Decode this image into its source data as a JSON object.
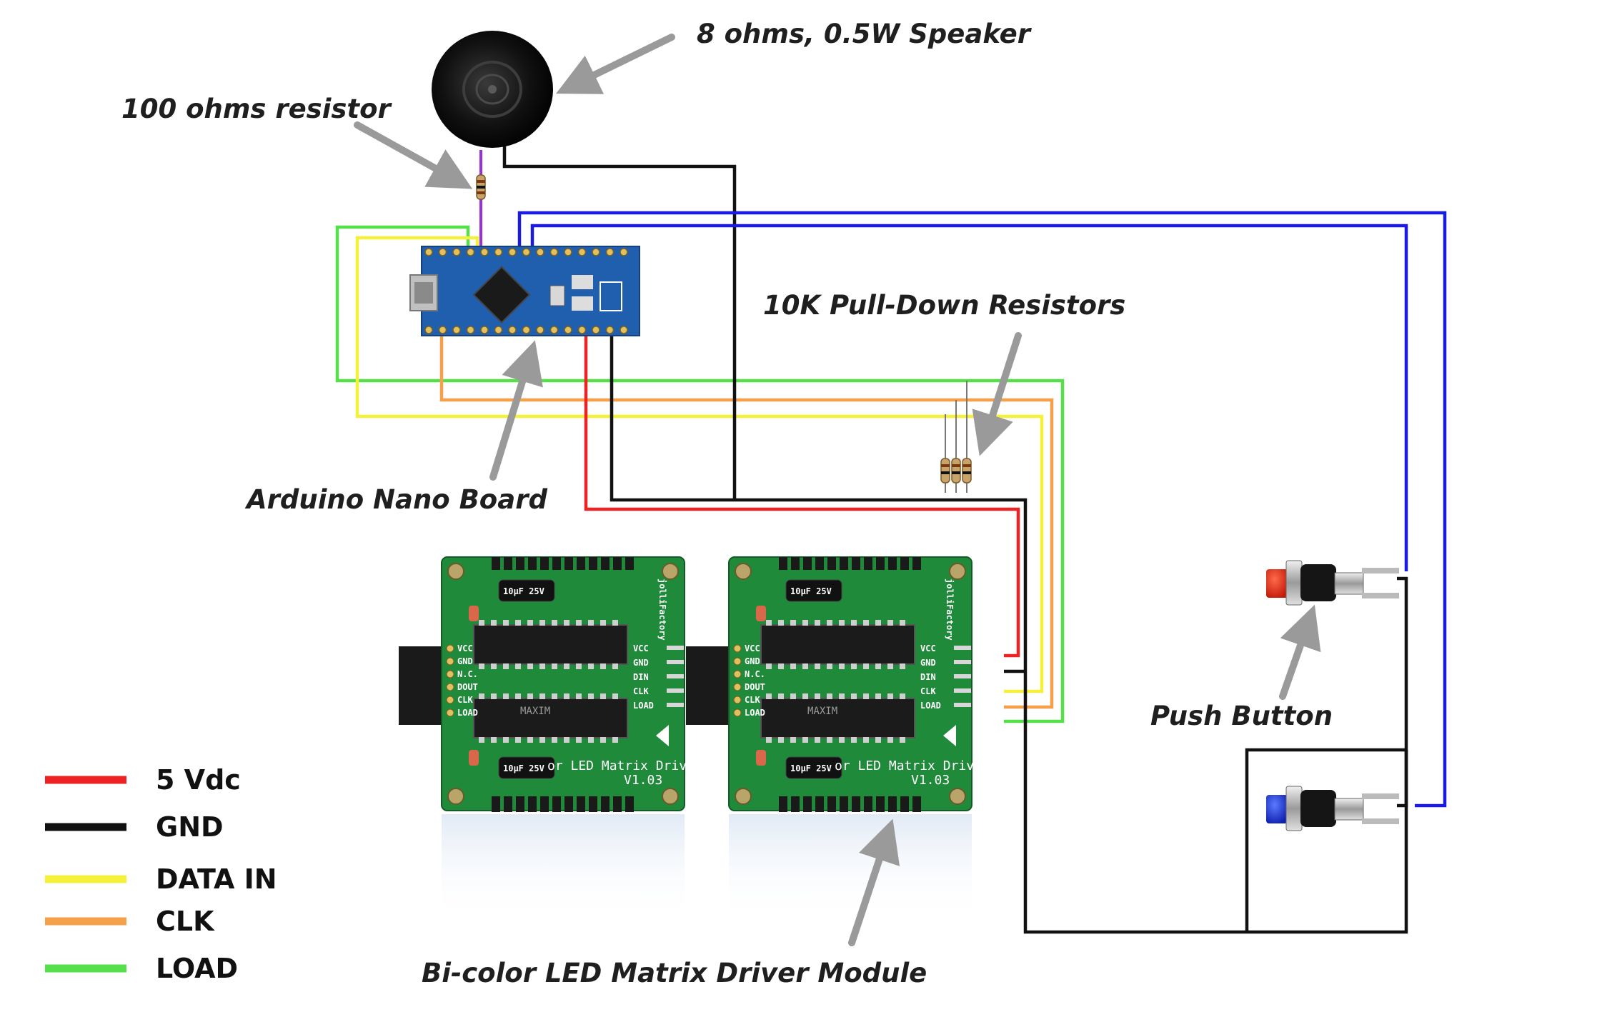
{
  "labels": {
    "speaker": "8 ohms, 0.5W Speaker",
    "resistor": "100 ohms resistor",
    "pulldown": "10K Pull-Down Resistors",
    "arduino": "Arduino Nano Board",
    "push_button": "Push Button",
    "driver_module": "Bi-color LED Matrix Driver Module"
  },
  "legend": [
    {
      "label": "5 Vdc",
      "color": "#ee2222"
    },
    {
      "label": "GND",
      "color": "#111111"
    },
    {
      "label": "DATA IN",
      "color": "#f5f03a"
    },
    {
      "label": "CLK",
      "color": "#f5a04a"
    },
    {
      "label": "LOAD",
      "color": "#55e04a"
    }
  ],
  "colors": {
    "vcc": "#ee2222",
    "gnd": "#111111",
    "data": "#f5f03a",
    "clk": "#f5a04a",
    "load": "#55e04a",
    "button_wire": "#1a1ae0",
    "speaker_wire": "#9b2fd6",
    "arrow": "#9a9a9a",
    "pcb": "#1e8a3a",
    "nano": "#1f5fae"
  },
  "module": {
    "pins": [
      "VCC",
      "GND",
      "N.C.",
      "DOUT",
      "CLK",
      "LOAD"
    ],
    "right_pins": [
      "VCC",
      "GND",
      "DIN",
      "CLK",
      "LOAD"
    ],
    "caption": "or LED Matrix Driver",
    "version": "V1.03",
    "brand": "jolliFactory",
    "cap_text": "10µF 25V",
    "chip_text": "MAXIM"
  }
}
